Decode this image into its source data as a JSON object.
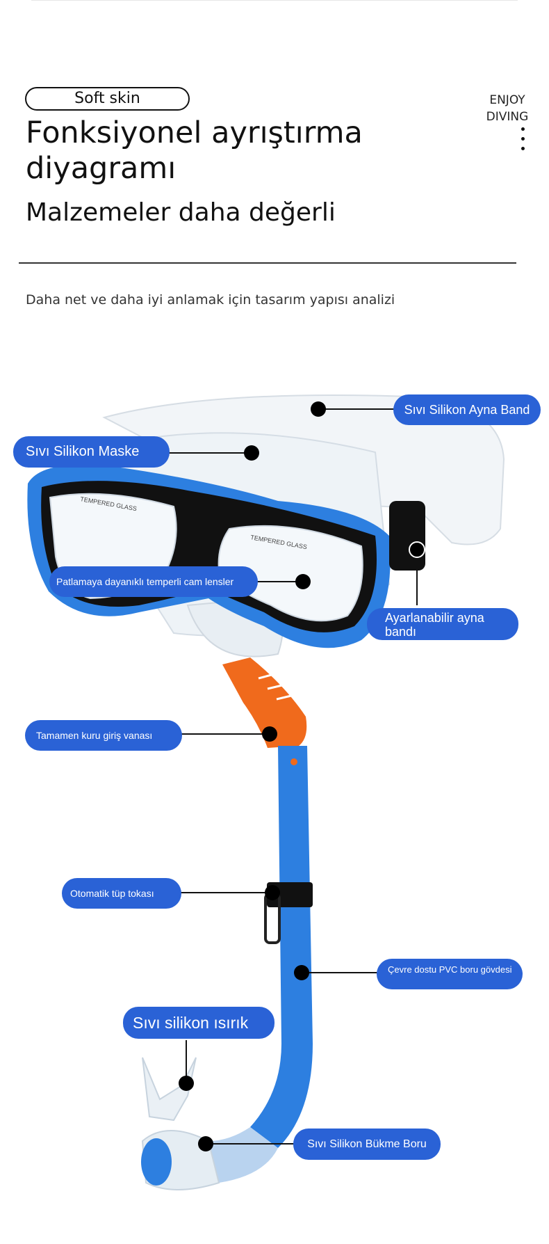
{
  "header": {
    "badge": "Soft skin",
    "title": "Fonksiyonel ayrıştırma diyagramı",
    "subtitle": "Malzemeler daha değerli",
    "brand_line1": "ENJOY",
    "brand_line2": "DIVING",
    "intro": "Daha net ve daha iyi anlamak için tasarım yapısı analizi"
  },
  "product": {
    "lens_text": "TEMPERED GLASS"
  },
  "labels": {
    "mirror_band": "Sıvı Silikon Ayna Band",
    "mask": "Sıvı Silikon Maske",
    "lenses": "Patlamaya dayanıklı temperli cam lensler",
    "adjustable_band": "Ayarlanabilir ayna bandı",
    "dry_valve": "Tamamen kuru giriş vanası",
    "tube_clip": "Otomatik tüp tokası",
    "pvc_body": "Çevre dostu PVC boru gövdesi",
    "mouthpiece": "Sıvı silikon ısırık",
    "flex_tube": "Sıvı Silikon Bükme Boru"
  },
  "colors": {
    "label_bg": "#2a62d6",
    "mask_frame": "#2d7fe0",
    "valve": "#f06a1c",
    "inner_frame": "#111111"
  }
}
